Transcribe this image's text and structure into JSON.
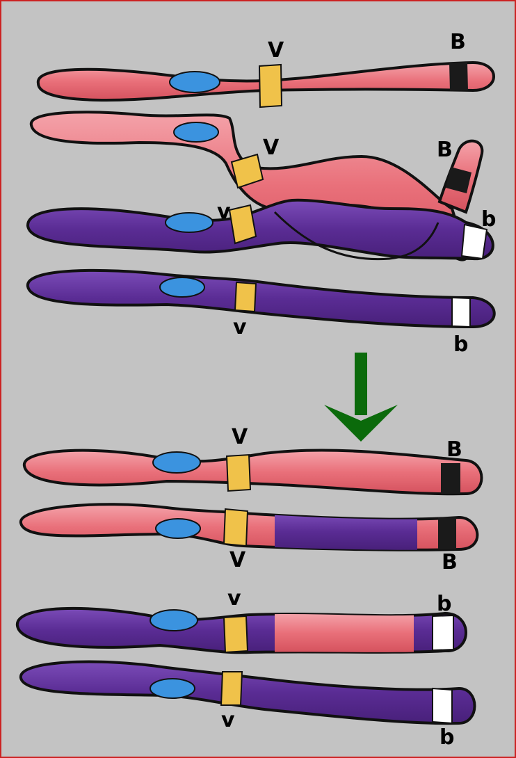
{
  "colors": {
    "background": "#c3c3c3",
    "border": "#cc2222",
    "red_chromatid": "#e9707a",
    "red_chromatid_light": "#f4a3aa",
    "purple_chromatid": "#5a2c94",
    "purple_chromatid_light": "#7b4cb8",
    "centromere": "#3b93df",
    "gene_v_band": "#f0c24a",
    "gene_B_band": "#1a1a1a",
    "gene_b_band": "#ffffff",
    "arrow": "#0b6a0b",
    "outline": "#111111"
  },
  "labels": {
    "before": {
      "red_top_V": "V",
      "red_top_B": "B",
      "red_crossing_V": "V",
      "red_crossing_B": "B",
      "purple_crossing_v": "v",
      "purple_crossing_b": "b",
      "purple_bottom_v": "v",
      "purple_bottom_b": "b"
    },
    "after": {
      "parental_red_V": "V",
      "parental_red_B": "B",
      "recombinant_red_V": "V",
      "recombinant_red_B": "B",
      "recombinant_purple_v": "v",
      "recombinant_purple_b": "b",
      "parental_purple_v": "v",
      "parental_purple_b": "b"
    }
  },
  "icons": {
    "arrow": "down-arrow-icon"
  }
}
